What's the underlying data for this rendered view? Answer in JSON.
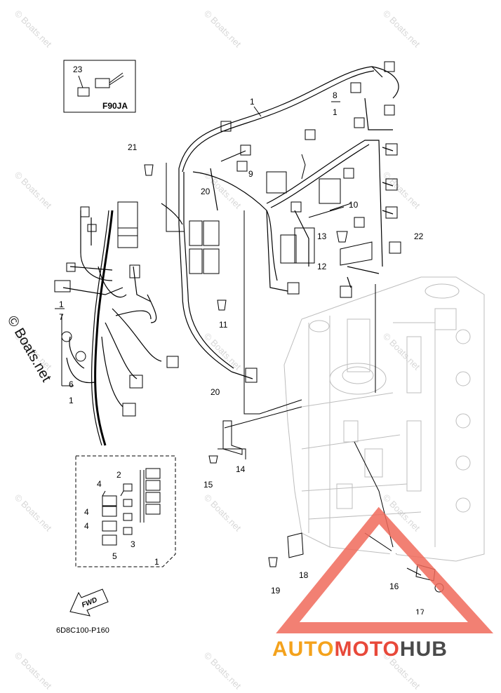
{
  "watermark": {
    "text": "© Boats.net",
    "side_text": "© Boats.net"
  },
  "inset_top": {
    "part": "23",
    "model": "F90JA"
  },
  "callouts": [
    "1",
    "8",
    "1",
    "21",
    "9",
    "20",
    "10",
    "13",
    "22",
    "12",
    "11",
    "7",
    "1",
    "6",
    "1",
    "20",
    "14",
    "15",
    "2",
    "4",
    "4",
    "4",
    "3",
    "5",
    "1",
    "19",
    "18",
    "16",
    "17"
  ],
  "fwd_label": "FWD",
  "diagram_code": "6D8C100-P160",
  "logo": {
    "part1": "AUTO",
    "part2": "MOTO",
    "part3": "HUB",
    "color_orange": "#f4a21c",
    "color_red": "#e8493a",
    "color_dark": "#4a4a4a"
  }
}
